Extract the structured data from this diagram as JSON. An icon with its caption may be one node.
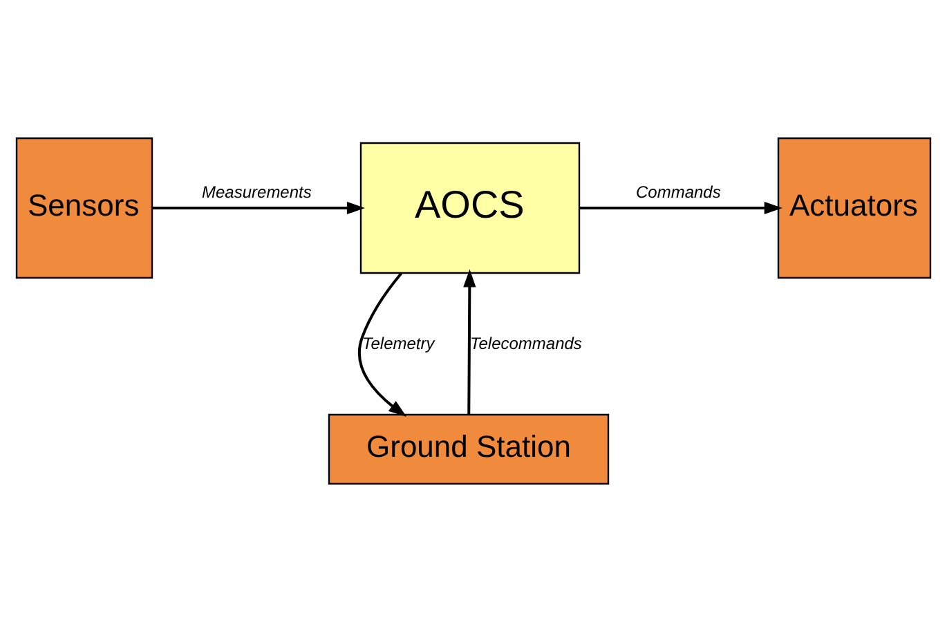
{
  "diagram": {
    "nodes": [
      {
        "text": [
          "Sensors"
        ]
      },
      {
        "text": [
          "AOCS"
        ]
      },
      {
        "text": [
          "Actuators"
        ]
      },
      {
        "text": [
          "Ground Station"
        ]
      }
    ],
    "edges": [
      {
        "from": 0,
        "to": 1,
        "arrow": "to",
        "label": "Measurements"
      },
      {
        "from": 1,
        "to": 2,
        "arrow": "to",
        "label": "Commands"
      },
      {
        "from": 1,
        "to": 3,
        "arrow": "to",
        "label": "Telemetry"
      },
      {
        "from": 3,
        "to": 1,
        "arrow": "to",
        "label": "Telecommands"
      }
    ]
  }
}
